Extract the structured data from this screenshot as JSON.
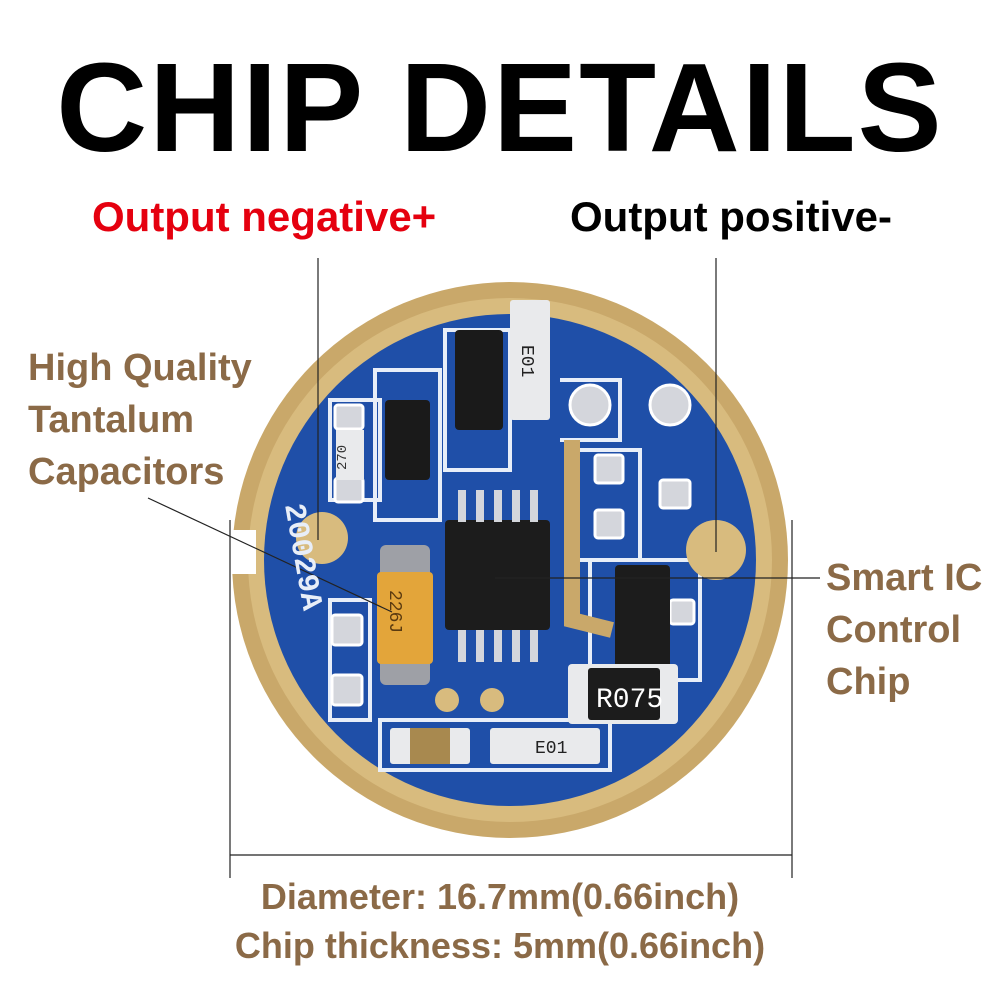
{
  "title": "CHIP DETAILS",
  "labels": {
    "output_negative": "Output negative+",
    "output_positive": "Output positive-",
    "tantalum": [
      "High Quality",
      "Tantalum",
      "Capacitors"
    ],
    "smart_ic": [
      "Smart IC",
      "Control",
      "Chip"
    ]
  },
  "dimensions": {
    "diameter": "Diameter: 16.7mm(0.66inch)",
    "thickness": "Chip thickness: 5mm(0.66inch)"
  },
  "board_markings": {
    "part_number": "20029A",
    "resistor": "R075",
    "resistor_270": "270",
    "e01_top": "E01",
    "e01_bottom": "E01",
    "capacitor": "226J"
  },
  "colors": {
    "red_label": "#e5000f",
    "brown_label": "#8b6a47",
    "pcb_blue": "#1f4fa8",
    "gold_ring": "#c9a86a"
  }
}
